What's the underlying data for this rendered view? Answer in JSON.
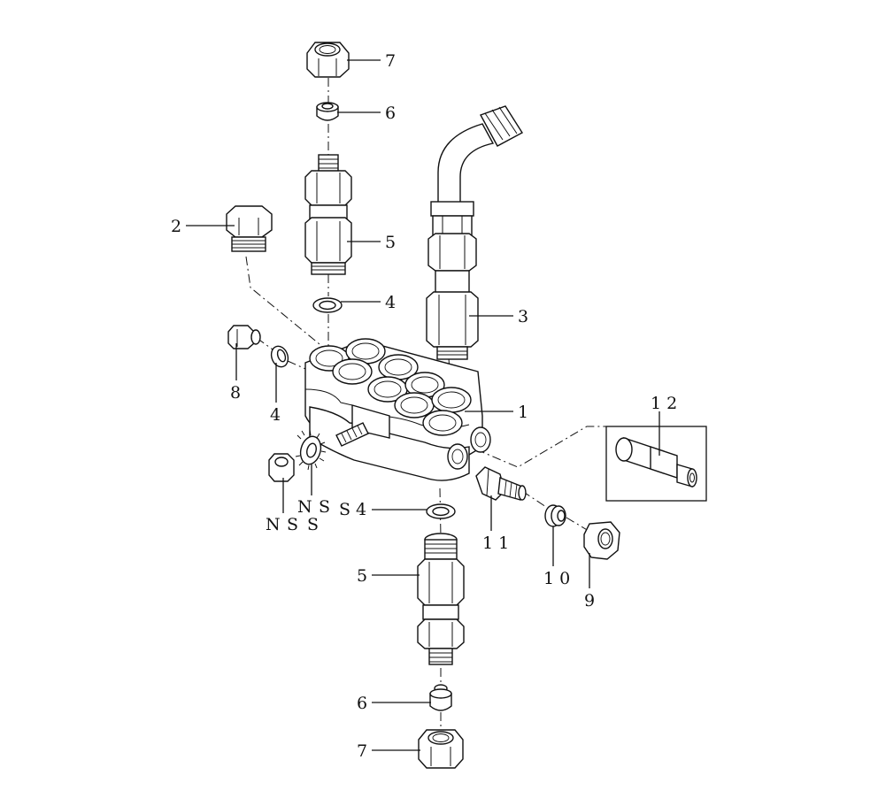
{
  "diagram": {
    "callouts": {
      "c7_top": "7",
      "c6_top": "6",
      "c2": "2",
      "c5_top": "5",
      "c4_top": "4",
      "c3": "3",
      "c8": "8",
      "c4_left": "4",
      "c1": "1",
      "c12": "1 2",
      "c_nss_a": "N",
      "c_nss_b": "S",
      "c_nss_c": "S",
      "c_ns_n": "N",
      "c_ns_s1": "S",
      "c_ns_s2": "S",
      "c_ss4": "S 4",
      "c11": "1 1",
      "c10": "1 0",
      "c9": "9",
      "c5_bottom": "5",
      "c6_bottom": "6",
      "c7_bottom": "7"
    }
  }
}
